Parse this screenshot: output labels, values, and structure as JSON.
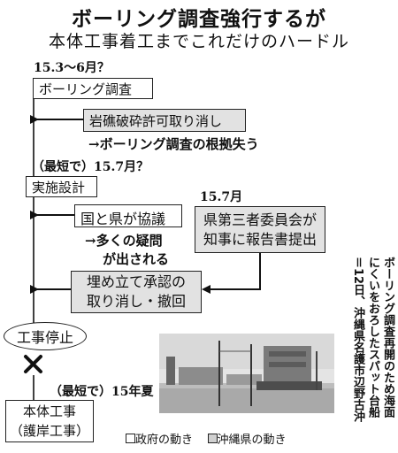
{
  "header": {
    "title": "ボーリング調査強行するが",
    "subtitle": "本体工事着工までこれだけのハードル"
  },
  "flow": {
    "period1": "15.3〜6月？",
    "boring": "ボーリング調査",
    "revoke_permit": "岩礁破砕許可取り消し",
    "revoke_note": "→ボーリング調査の根拠失う",
    "period2": "（最短で）15.7月？",
    "design": "実施設計",
    "period_pref": "15.7月",
    "consult": "国と県が協議",
    "consult_note1": "→多くの疑問",
    "consult_note2": "が出される",
    "committee1": "県第三者委員会が",
    "committee2": "知事に報告書提出",
    "cancel1": "埋め立て承認の",
    "cancel2": "取り消し・撤回",
    "stop": "工事停止",
    "period3": "（最短で）15年夏",
    "main1": "本体工事",
    "main2": "（護岸工事）"
  },
  "photo_caption": {
    "col1": "ボーリング調査再開のため海面",
    "col2": "にくいをおろしたスパット台船",
    "col3": "＝12日、沖縄県名護市辺野古沖"
  },
  "legend": {
    "gov": "政府の動き",
    "pref": "沖縄県の動き"
  },
  "colors": {
    "gov_fill": "#ffffff",
    "pref_fill": "#e2e2e2"
  }
}
